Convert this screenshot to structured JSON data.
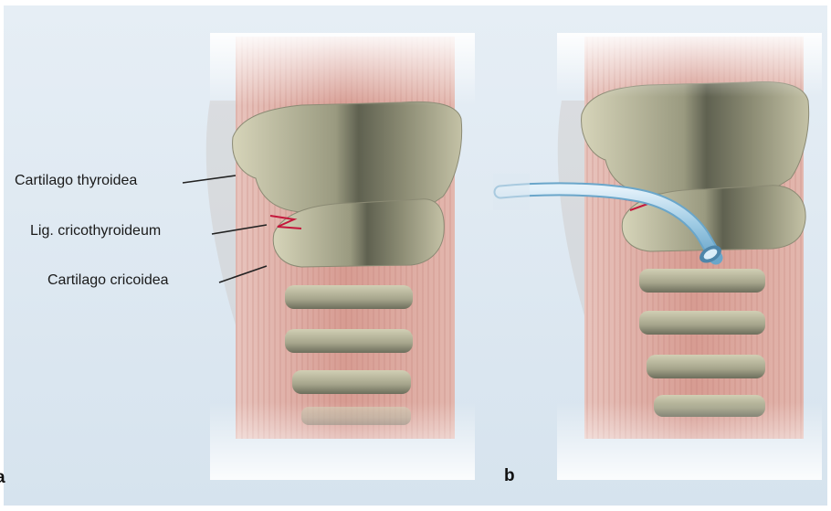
{
  "labels": {
    "cartilago_thyroidea": "Cartilago thyroidea",
    "lig_cricothyroideum": "Lig. cricothyroideum",
    "cartilago_cricoidea": "Cartilago cricoidea"
  },
  "panels": {
    "a": "a",
    "b": "b"
  },
  "colors": {
    "background": "#dde8f1",
    "cartilage": "#c9c7aa",
    "cartilage_shadow": "#7d7d6a",
    "muscle": "#d9a49c",
    "ligament_incision": "#c4183c",
    "tube": "#9cc7e0"
  }
}
